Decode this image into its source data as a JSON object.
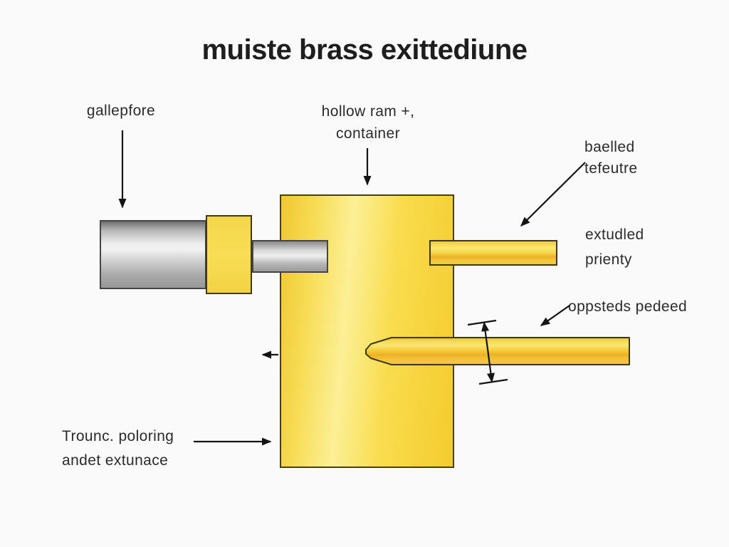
{
  "title": "muiste brass exittediune",
  "diagram": {
    "labels": {
      "billet": "gallepfore",
      "ram_line1": "hollow ram +,",
      "ram_line2": "container",
      "die_line1": "baelled",
      "die_line2": "tefeutre",
      "extrusion_line1": "extudled",
      "extrusion_line2": "prienty",
      "opposite": "oppsteds pedeed",
      "bottom_line1": "Trounc. poloring",
      "bottom_line2": "andet extunace"
    },
    "colors": {
      "background": "#FAFAFA",
      "container_gold": "#F4CC2E",
      "container_highlight": "#FCF096",
      "bar_gold_dark": "#EDB028",
      "metal_light": "#EFEFEF",
      "metal_dark": "#8A8A8A",
      "outline_yellow_shapes": "#3D3B16",
      "outline_gray_shapes": "#454545",
      "arrow": "#141414",
      "title_text": "#1E1E1E",
      "label_text": "#2B2B2B"
    }
  }
}
